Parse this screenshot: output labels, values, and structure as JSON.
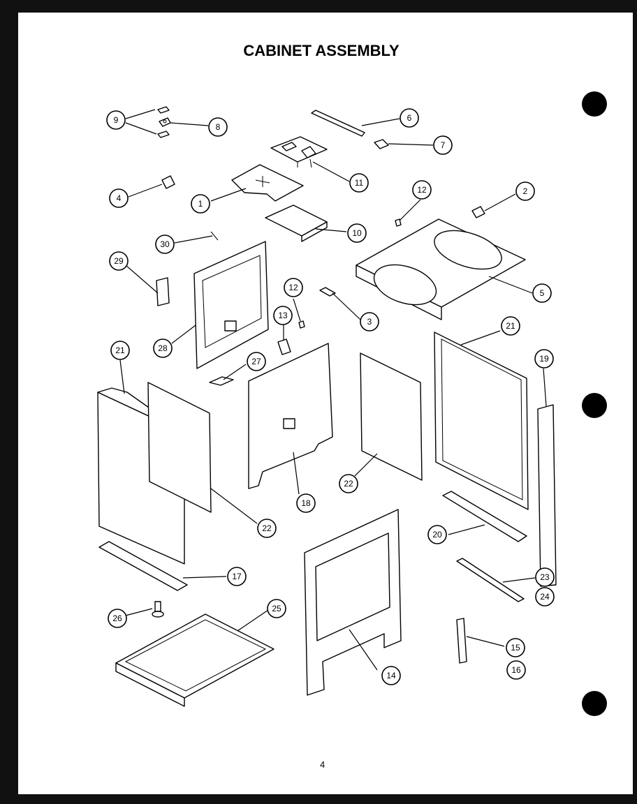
{
  "title": "CABINET ASSEMBLY",
  "page_number": "4",
  "colors": {
    "ink": "#000000",
    "paper": "#ffffff",
    "scan_border": "#111111"
  },
  "callouts": [
    "1",
    "2",
    "3",
    "4",
    "5",
    "6",
    "7",
    "8",
    "9",
    "10",
    "11",
    "12",
    "12",
    "13",
    "14",
    "15",
    "16",
    "17",
    "18",
    "19",
    "20",
    "21",
    "21",
    "22",
    "22",
    "23",
    "24",
    "25",
    "26",
    "27",
    "28",
    "29",
    "30"
  ]
}
